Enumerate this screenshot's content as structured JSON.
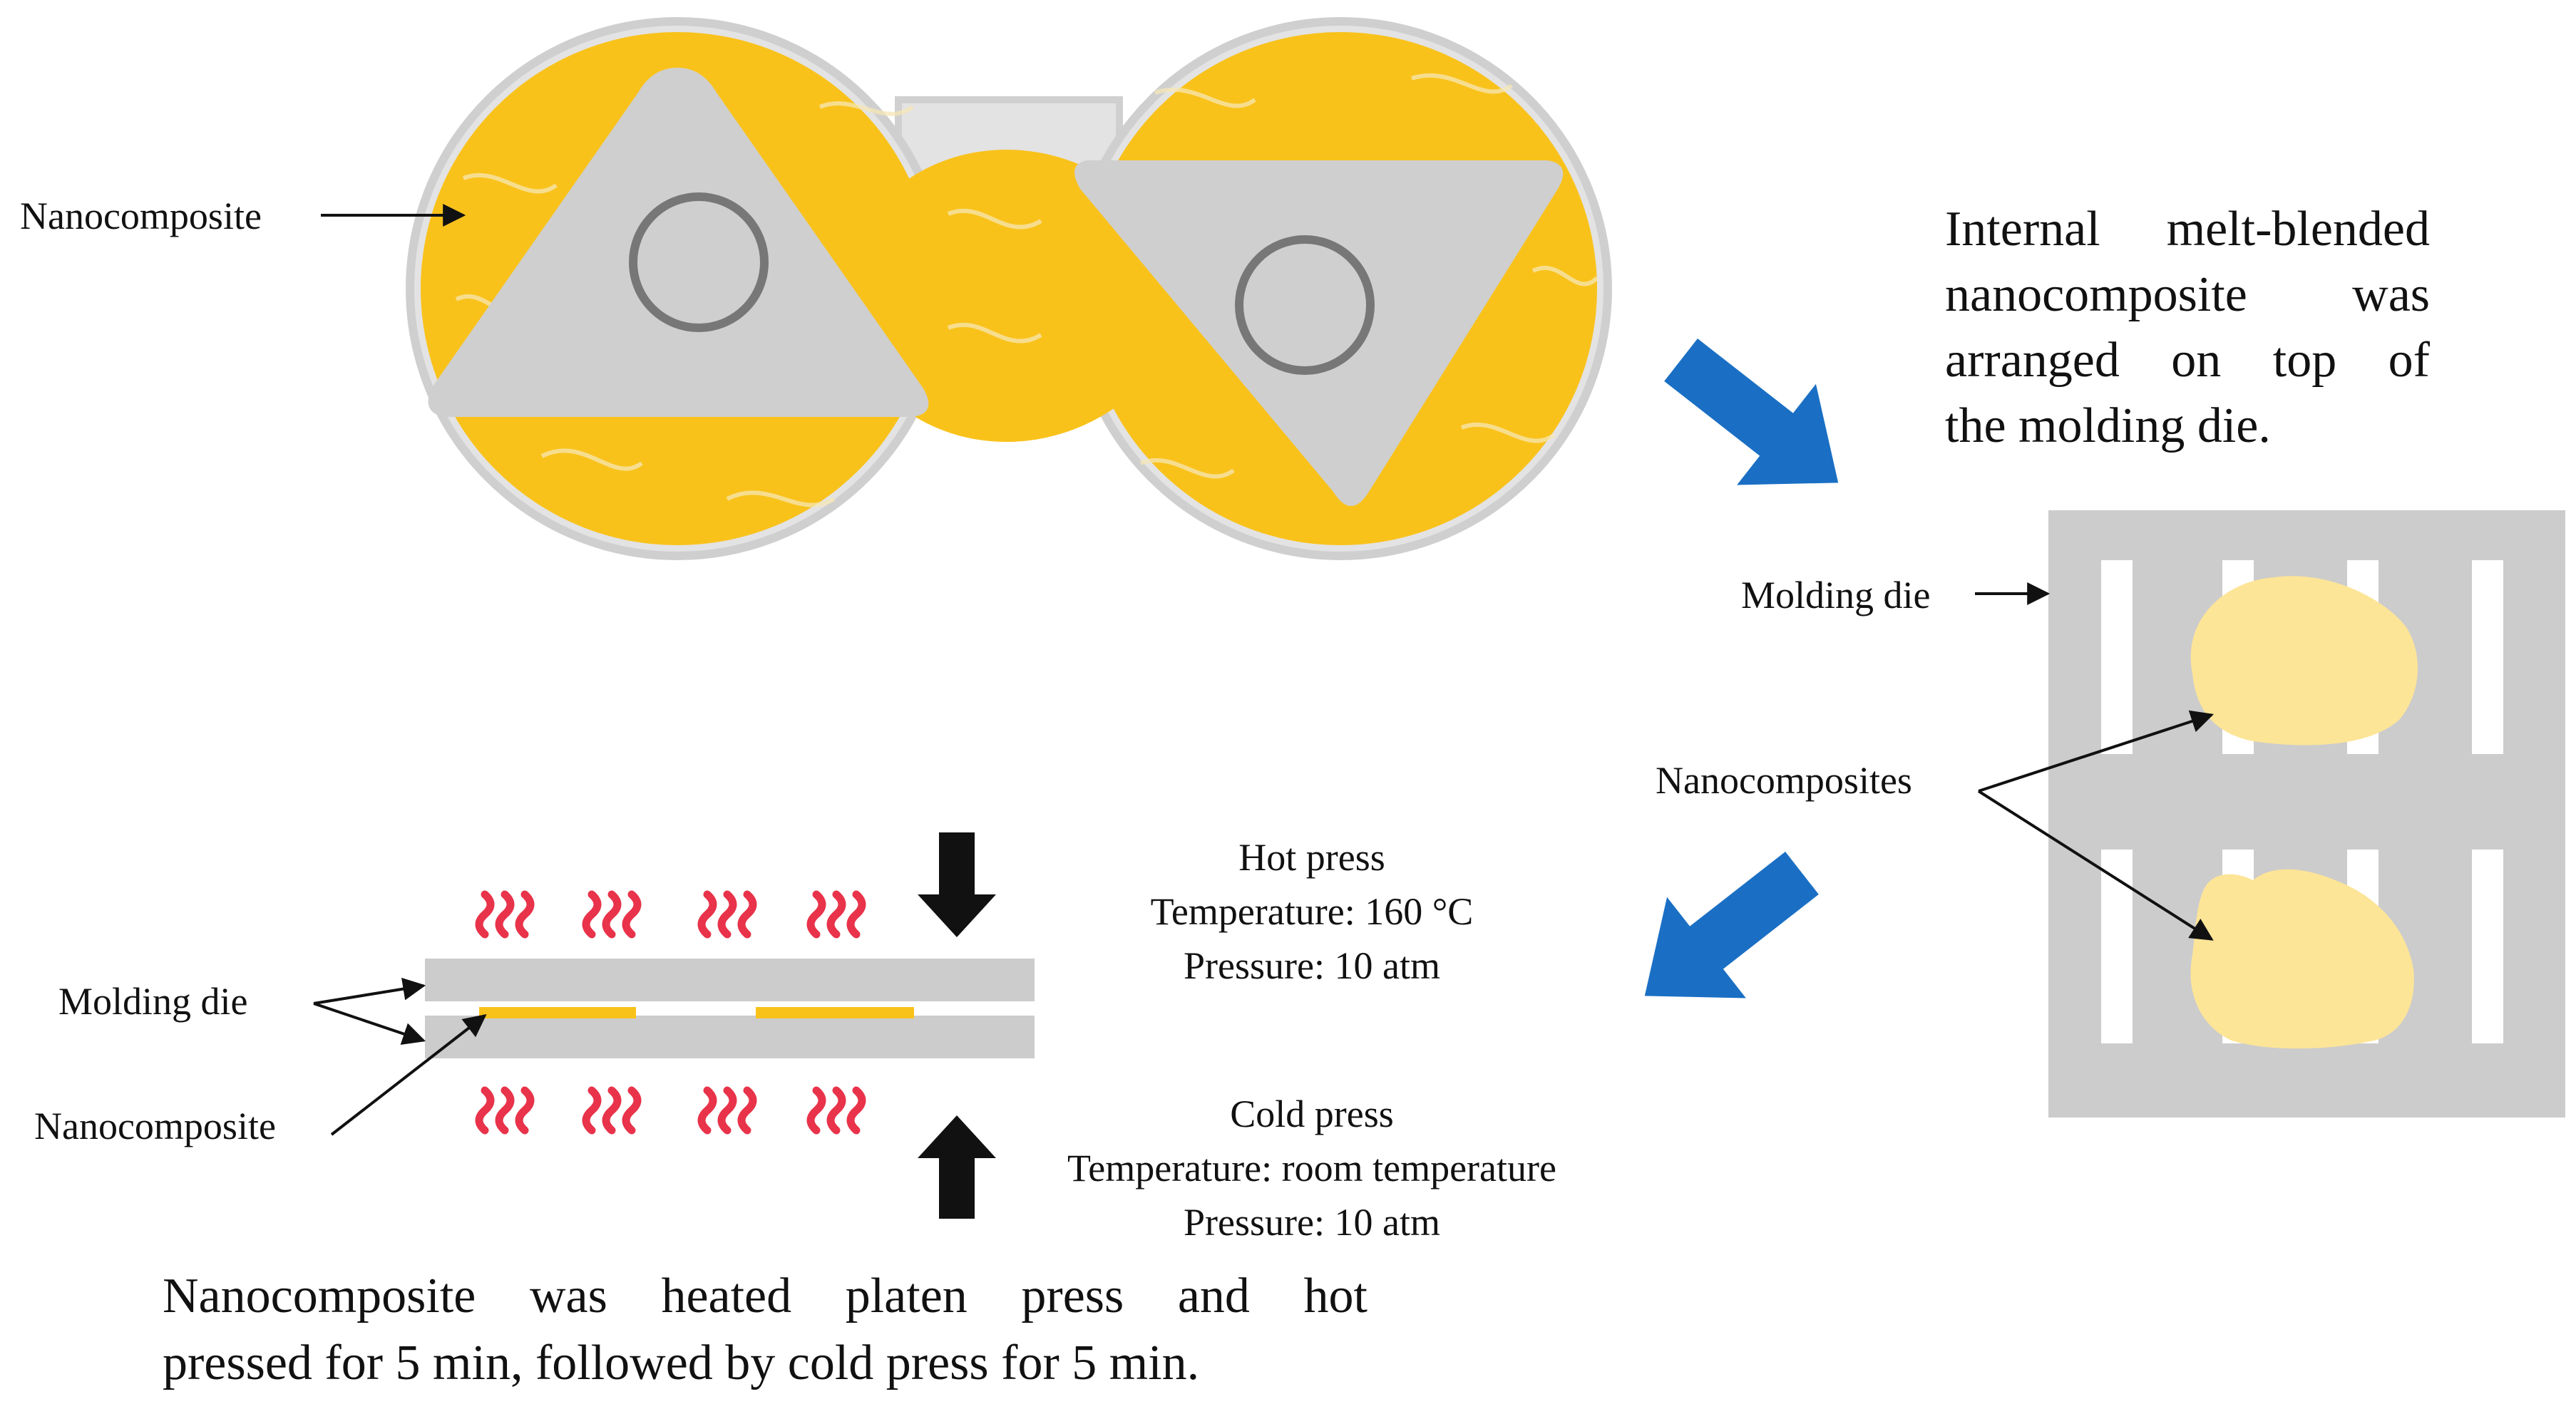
{
  "mixer": {
    "label": "Nanocomposite"
  },
  "step1_text": [
    "Internal melt-blended",
    "nanocomposite was",
    "arranged on top of",
    "the molding die."
  ],
  "die_view": {
    "die_label": "Molding die",
    "nano_label": "Nanocomposites"
  },
  "press_view": {
    "die_label": "Molding die",
    "nano_label": "Nanocomposite",
    "hot": {
      "title": "Hot press",
      "temp": "Temperature: 160 °C",
      "pressure": "Pressure: 10 atm"
    },
    "cold": {
      "title": "Cold press",
      "temp": "Temperature: room temperature",
      "pressure": "Pressure: 10 atm"
    }
  },
  "step2_text": [
    "Nanocomposite was heated platen press and hot",
    "pressed for 5 min, followed by cold press for 5 min."
  ],
  "colors": {
    "nanocomposite": "#f9c21b",
    "nanocomposite_pale": "#fde597",
    "rotor": "#cfcfcf",
    "die": "#cccccc",
    "process_arrow": "#1a6fc4",
    "heat": "#e8334a"
  }
}
